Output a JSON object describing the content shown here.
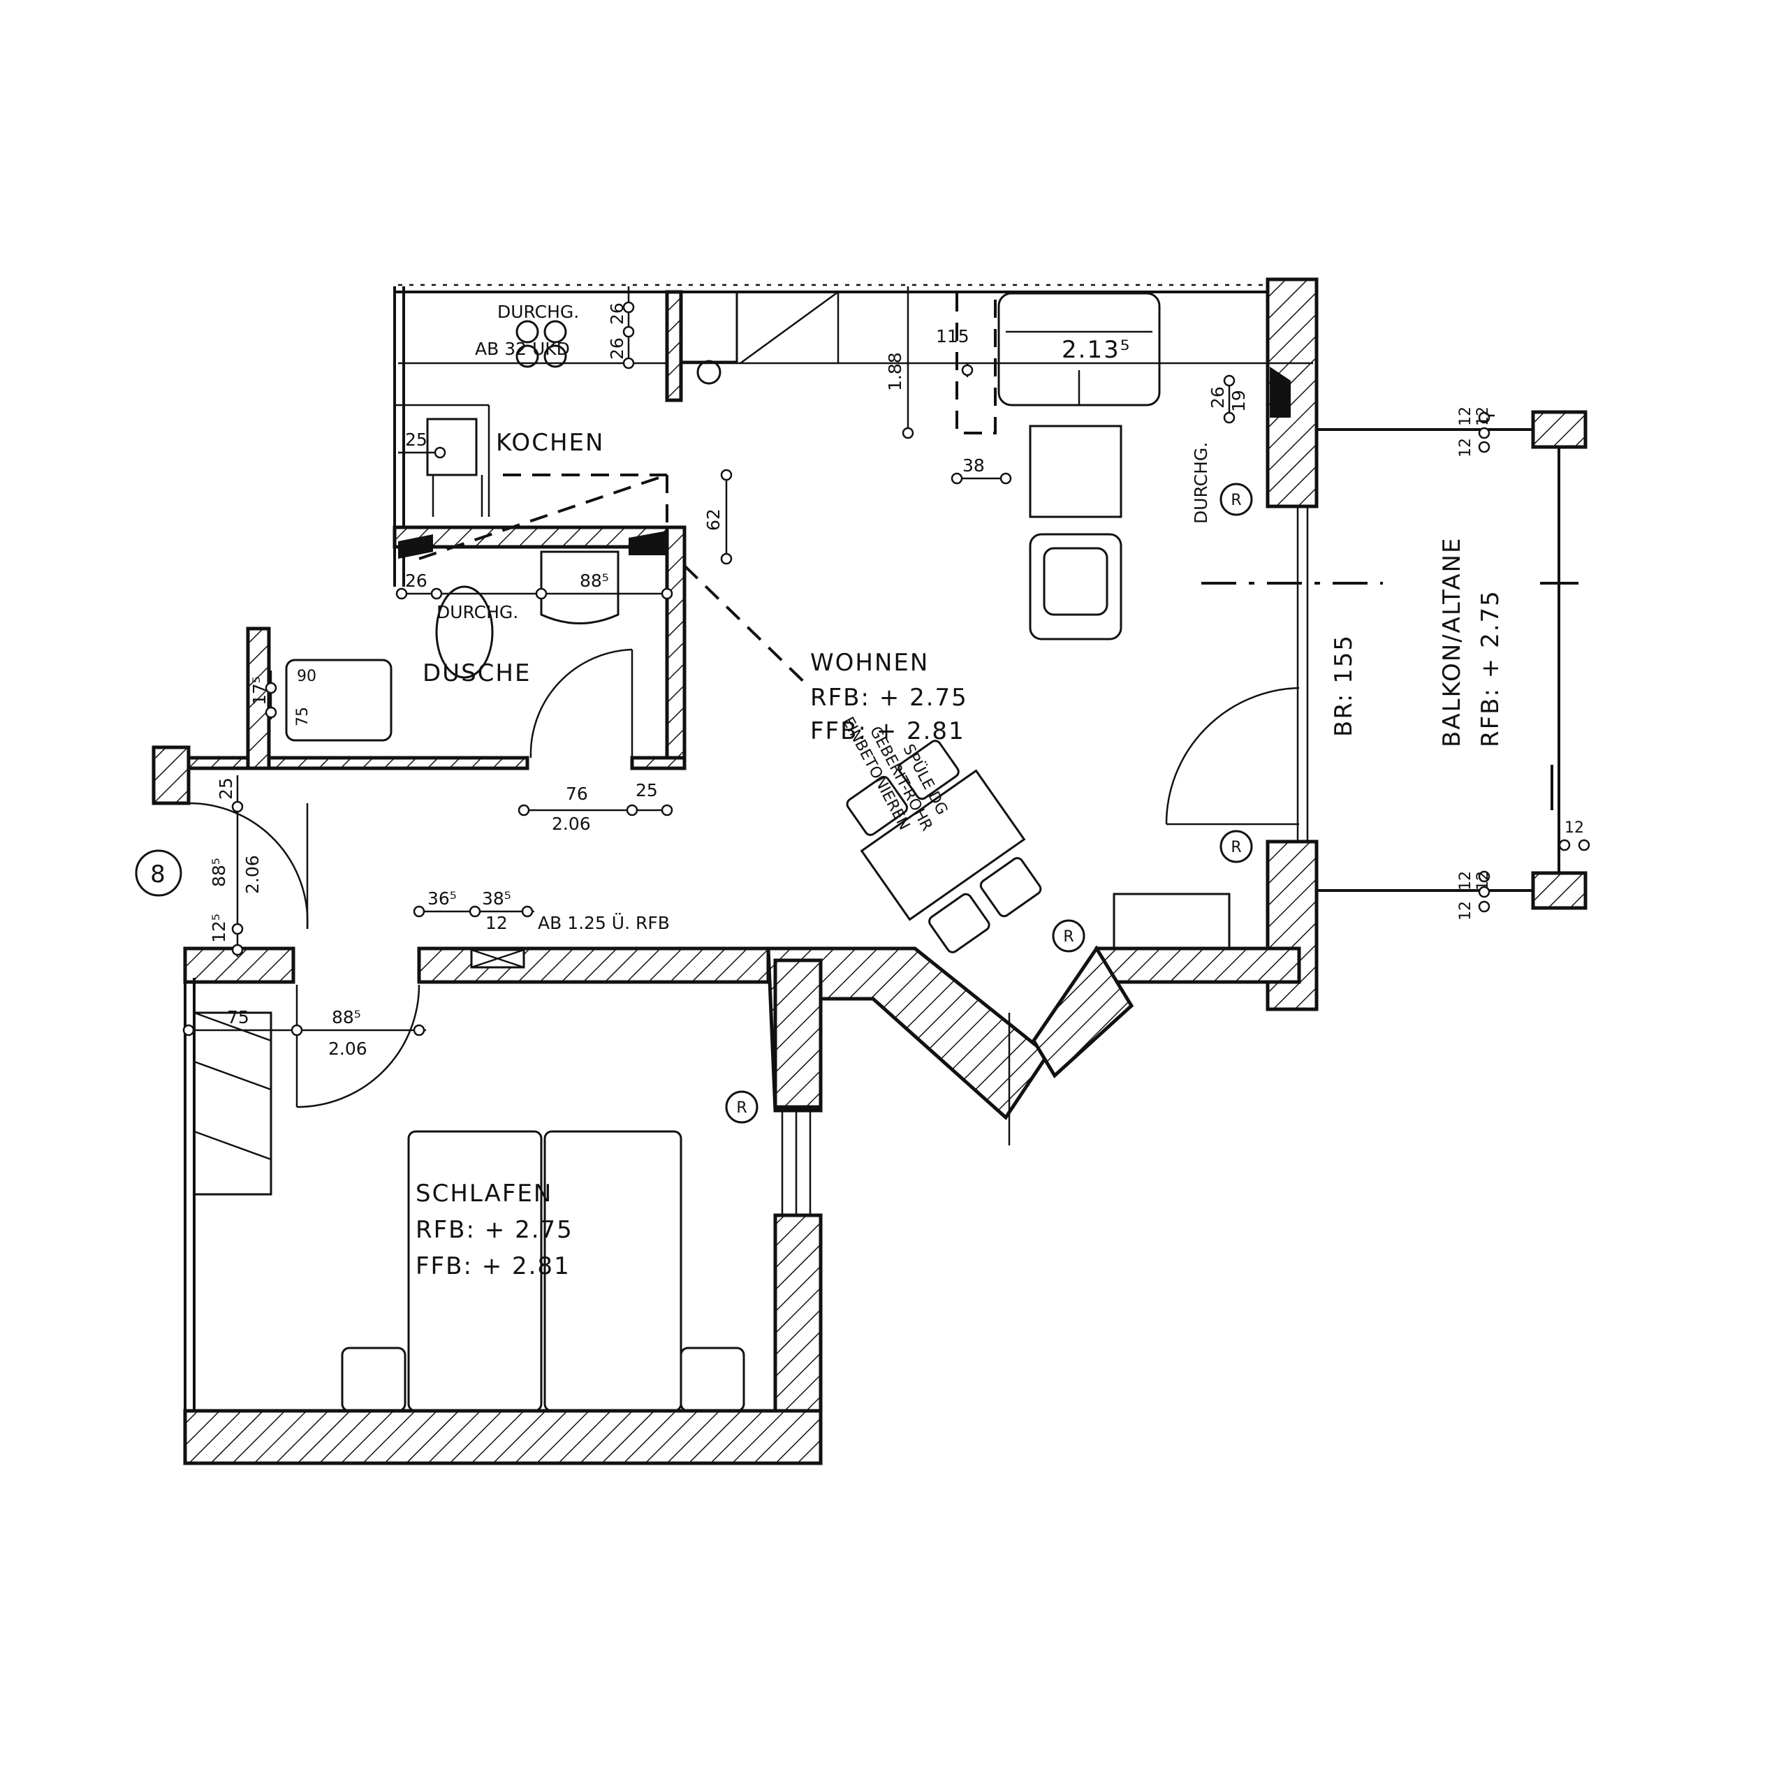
{
  "rooms": {
    "kochen": "KOCHEN",
    "dusche": "DUSCHE",
    "wohnen": {
      "name": "WOHNEN",
      "rfb": "RFB: + 2.75",
      "ffb": "FFB: + 2.81"
    },
    "schlafen": {
      "name": "SCHLAFEN",
      "rfb": "RFB: + 2.75",
      "ffb": "FFB: + 2.81"
    },
    "balkon": {
      "name": "BALKON/ALTANE",
      "rfb": "RFB: + 2.75"
    }
  },
  "notes": {
    "durchg_top": "DURCHG.",
    "ab32": "AB 32 UKD",
    "durchg_shower": "DURCHG.",
    "durchg_right": "DURCHG.",
    "spuele": "SPÜLE DG",
    "geberit": "GEBERIT-ROHR",
    "einbetonieren": "EINBETONIEREN",
    "ab125": "AB 1.25 Ü. RFB",
    "br155": "BR: 155",
    "unit_number": "8",
    "radiator": "R"
  },
  "dimensions": {
    "d26a": "26",
    "d26b": "26",
    "d115": "115",
    "d213": "2.13⁵",
    "d188": "1.88",
    "d38": "38",
    "d26c": "26",
    "d19": "19",
    "d25k": "25",
    "d62": "62",
    "d26s": "26",
    "d885s": "88⁵",
    "d175": "17⁵",
    "d90": "90",
    "d75s": "75",
    "d76": "76",
    "d25b": "25",
    "d206a": "2.06",
    "d25e": "25",
    "d885e": "88⁵",
    "d206e": "2.06",
    "d125": "12⁵",
    "d365": "36⁵",
    "d385": "38⁵",
    "d12": "12",
    "d75b": "75",
    "d885b": "88⁵",
    "d206b": "2.06",
    "b12a": "12",
    "b12b": "12",
    "b12c": "12",
    "b12d": "12",
    "b12e": "12",
    "b12f": "12",
    "b12g": "12"
  }
}
